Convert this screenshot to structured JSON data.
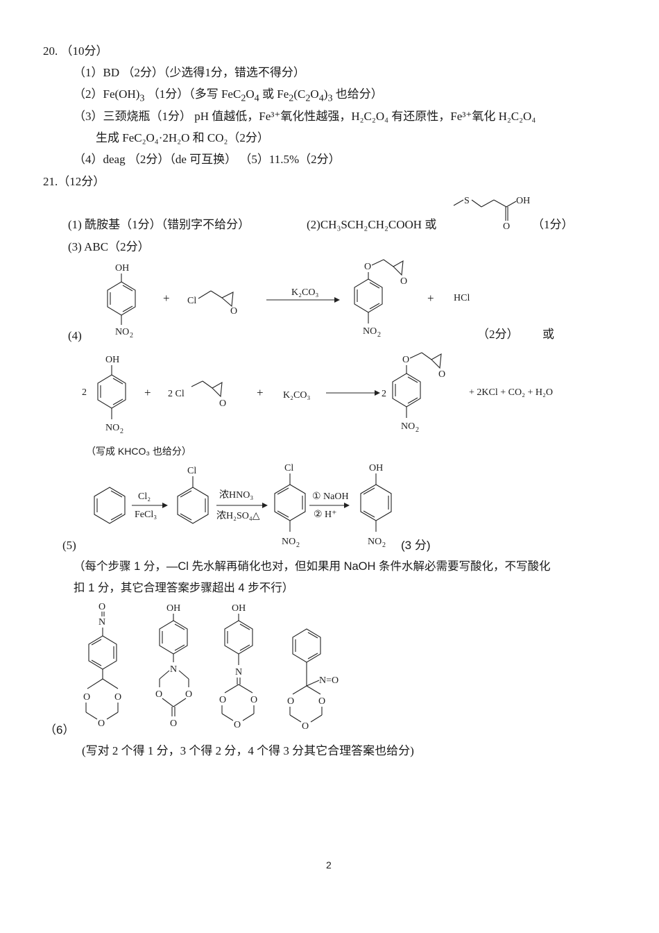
{
  "page_number": "2",
  "q20": {
    "header": "20. （10分）",
    "p1": "（1）BD （2分）（少选得1分，错选不得分）",
    "p2": {
      "prefix": "（2）Fe(OH)",
      "sub1": "3",
      "mid": " （1分）（多写 FeC",
      "sub2": "2",
      "o": "O",
      "sub3": "4",
      "or": " 或 Fe",
      "sub4": "2",
      "c": "(C",
      "sub5": "2",
      "o2": "O",
      "sub6": "4",
      "paren": ")",
      "sub7": "3",
      "suffix": " 也给分）"
    },
    "p3_line1": "（3）三颈烧瓶（1分）    pH 值越低，Fe³⁺氧化性越强，H₂C₂O₄ 有还原性，Fe³⁺氧化 H₂C₂O₄",
    "p3_line2": "生成 FeC₂O₄·2H₂O 和 CO₂（2分）",
    "p4": "（4）deag （2分）（de 可互换）   （5）11.5%（2分）"
  },
  "q21": {
    "header": "21.（12分）",
    "p1": "(1) 酰胺基（1分）（错别字不给分）",
    "p2": "(2)CH₃SCH₂CH₂COOH 或",
    "p2_score": "（1分）",
    "p3": "(3) ABC（2分）",
    "p4_label": "(4)",
    "p4_score": "（2分）",
    "p4_or": "或",
    "p4_reagent": "K₂CO₃",
    "p4_byproduct": "HCl",
    "p4_alt": {
      "coef_phenol": "2",
      "coef_epi": "2 Cl",
      "reagent": "K₂CO₃",
      "coef_product": "2",
      "products": "+  2KCl   +  CO₂  +  H₂O"
    },
    "p4_note": "（写成 KHCO₃ 也给分）",
    "p5_label": "(5)",
    "p5_score": "(3 分)",
    "p5_steps": {
      "step1_top": "Cl₂",
      "step1_bottom": "FeCl₃",
      "step2_top": "浓HNO₃",
      "step2_bottom": "浓H₂SO₄△",
      "step3_top": "① NaOH",
      "step3_bottom": "② H⁺"
    },
    "p5_note_line1": "（每个步骤 1 分，—Cl 先水解再硝化也对，但如果用 NaOH 条件水解必需要写酸化，不写酸化",
    "p5_note_line2": "扣 1 分，其它合理答案步骤超出 4 步不行）",
    "p6_label": "（6）",
    "p6_note": "(写对 2 个得 1 分，3 个得 2 分，4 个得 3 分其它合理答案也给分)"
  },
  "labels": {
    "OH": "OH",
    "NO2": "NO",
    "two": "2",
    "O": "O",
    "Cl": "Cl",
    "S": "S",
    "N": "N",
    "NO": "N=O",
    "plus": "+"
  }
}
